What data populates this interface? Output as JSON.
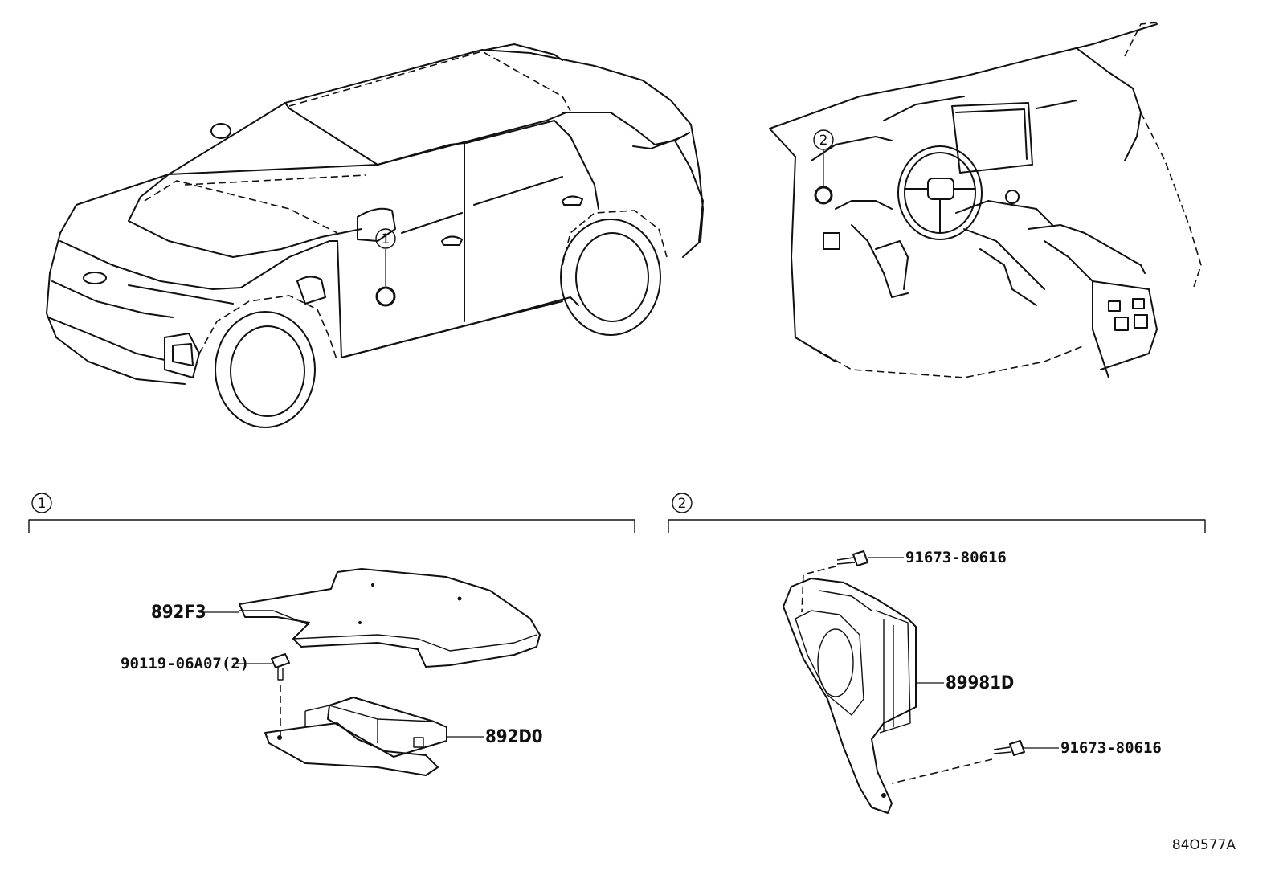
{
  "view_markers": {
    "marker_1": "1",
    "marker_2": "2"
  },
  "sections": [
    {
      "marker": "1"
    },
    {
      "marker": "2"
    }
  ],
  "parts": {
    "cover": "892F3",
    "bolt": "90119-06A07(2)",
    "module": "892D0",
    "bolt_upper": "91673-80616",
    "bracket_module": "89981D",
    "bolt_lower": "91673-80616"
  },
  "illustration_code": "84O577A"
}
